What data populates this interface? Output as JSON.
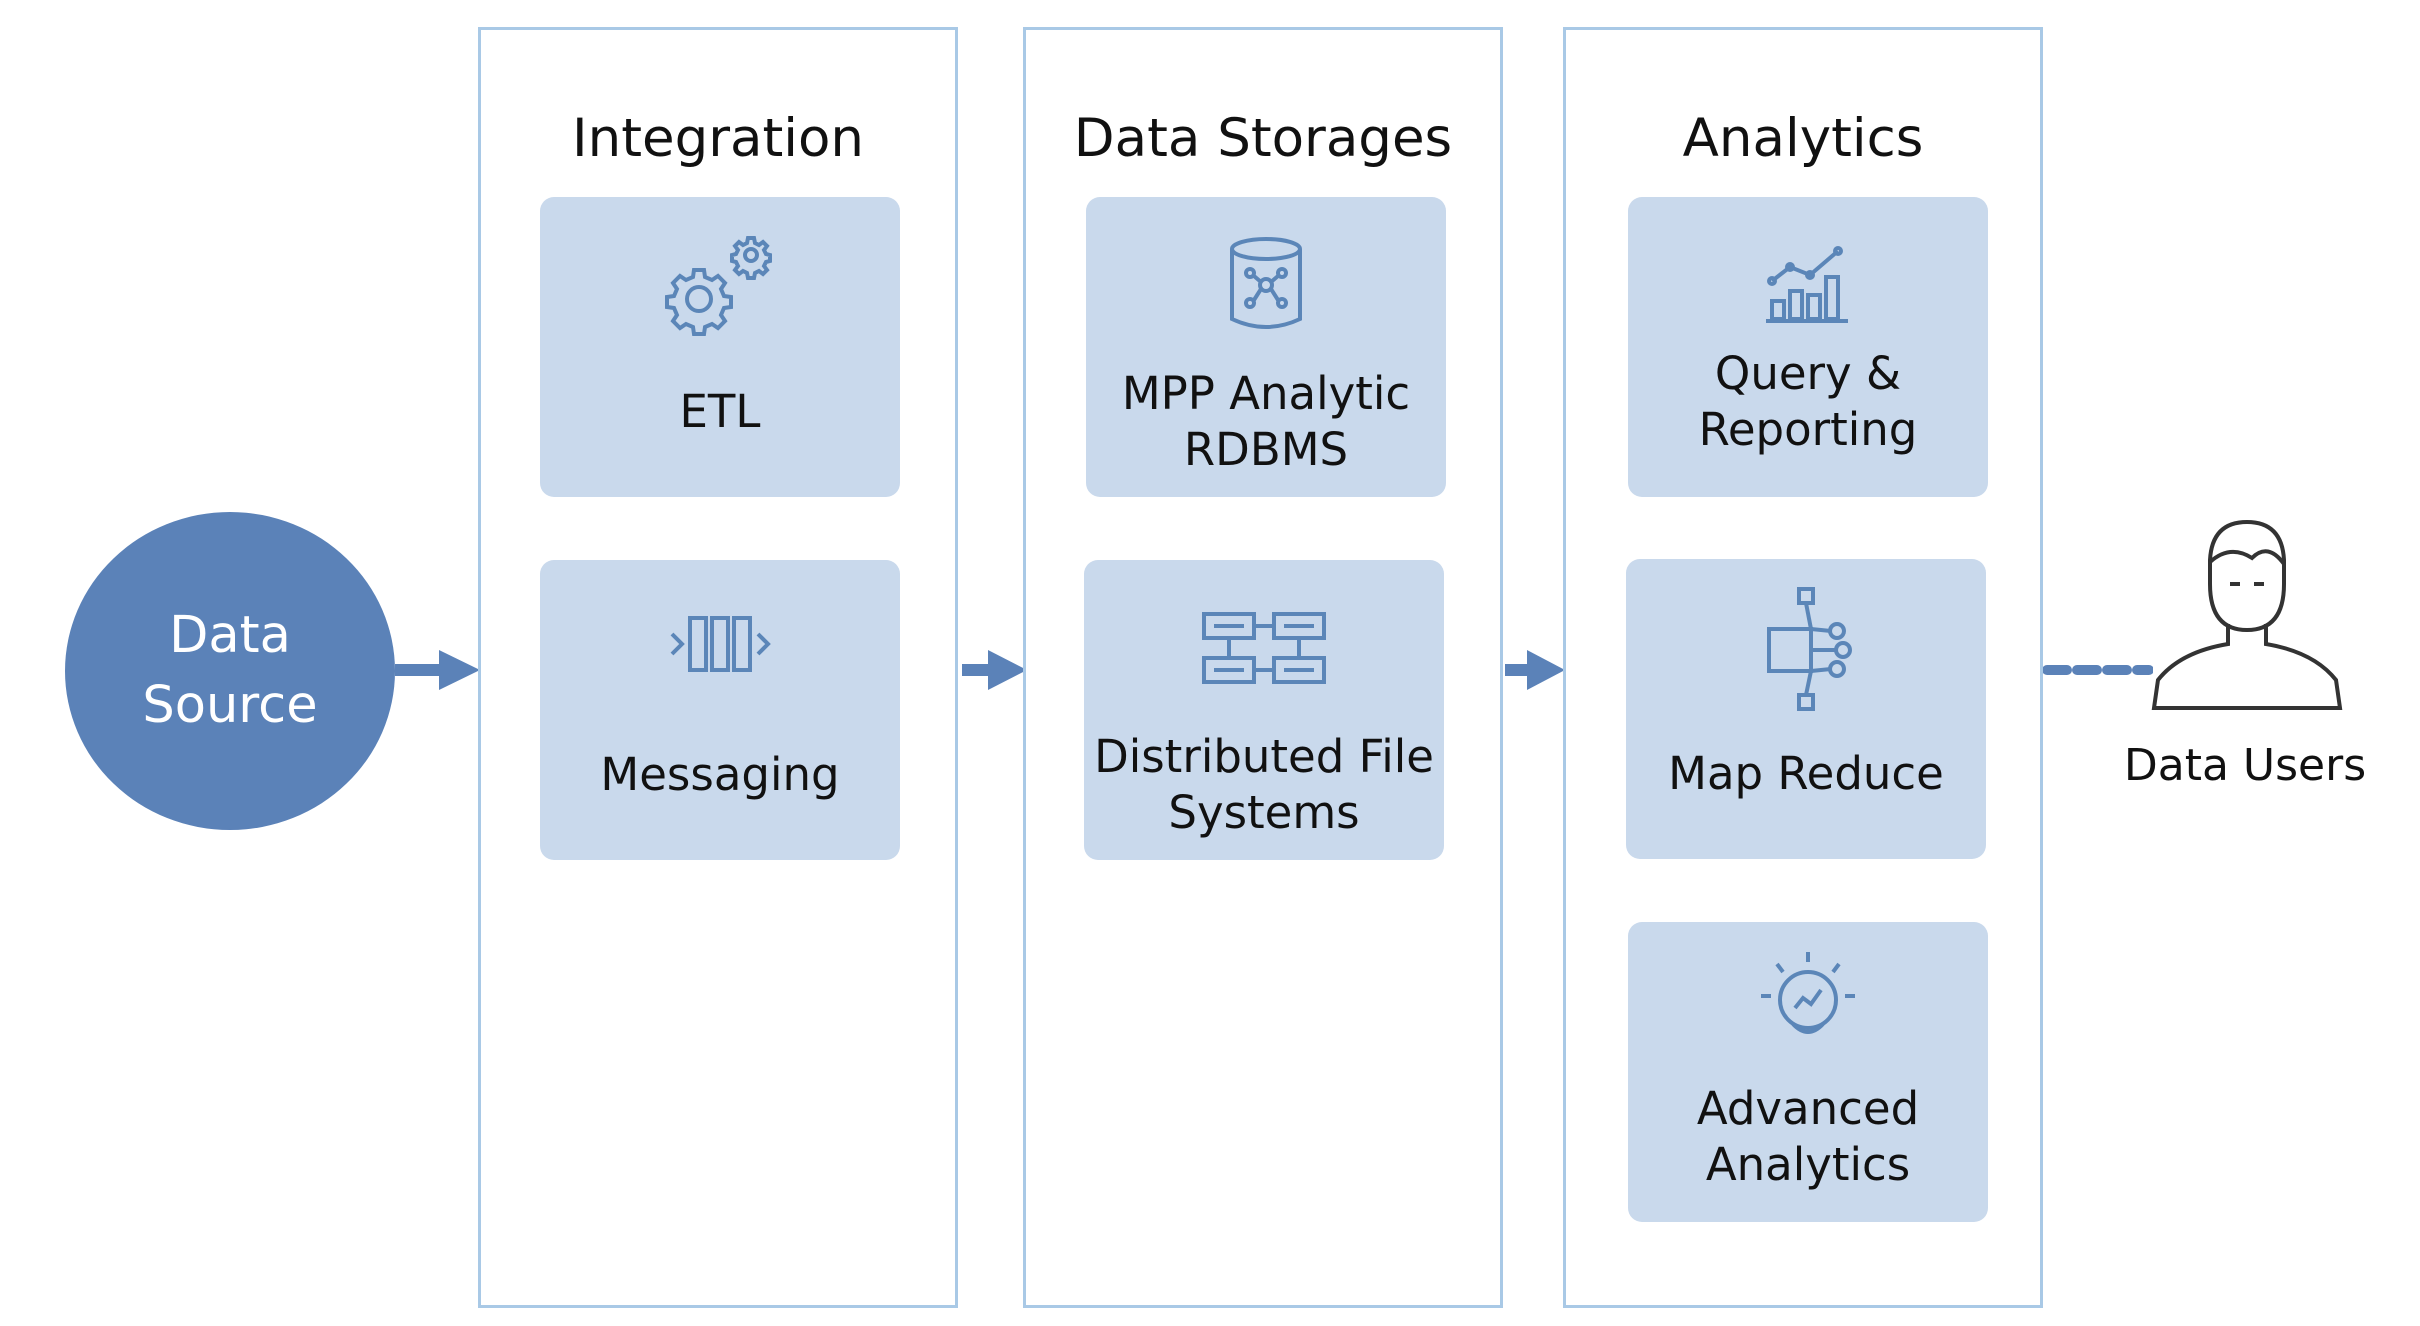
{
  "source": {
    "line1": "Data",
    "line2": "Source"
  },
  "columns": [
    {
      "title": "Integration",
      "cards": [
        {
          "icon": "gears-icon",
          "line1": "ETL",
          "line2": ""
        },
        {
          "icon": "message-queue-icon",
          "line1": "Messaging",
          "line2": ""
        }
      ]
    },
    {
      "title": "Data Storages",
      "cards": [
        {
          "icon": "database-icon",
          "line1": "MPP Analytic",
          "line2": "RDBMS"
        },
        {
          "icon": "file-system-icon",
          "line1": "Distributed File",
          "line2": "Systems"
        }
      ]
    },
    {
      "title": "Analytics",
      "cards": [
        {
          "icon": "bar-chart-icon",
          "line1": "Query &",
          "line2": "Reporting"
        },
        {
          "icon": "network-nodes-icon",
          "line1": "Map Reduce",
          "line2": ""
        },
        {
          "icon": "lightbulb-icon",
          "line1": "Advanced",
          "line2": "Analytics"
        }
      ]
    }
  ],
  "users": {
    "label": "Data Users",
    "icon": "user-icon"
  },
  "colors": {
    "accent": "#5b82b8",
    "card": "#c9d9ec",
    "border": "#a9c9e6",
    "icon": "#5b86b8"
  }
}
